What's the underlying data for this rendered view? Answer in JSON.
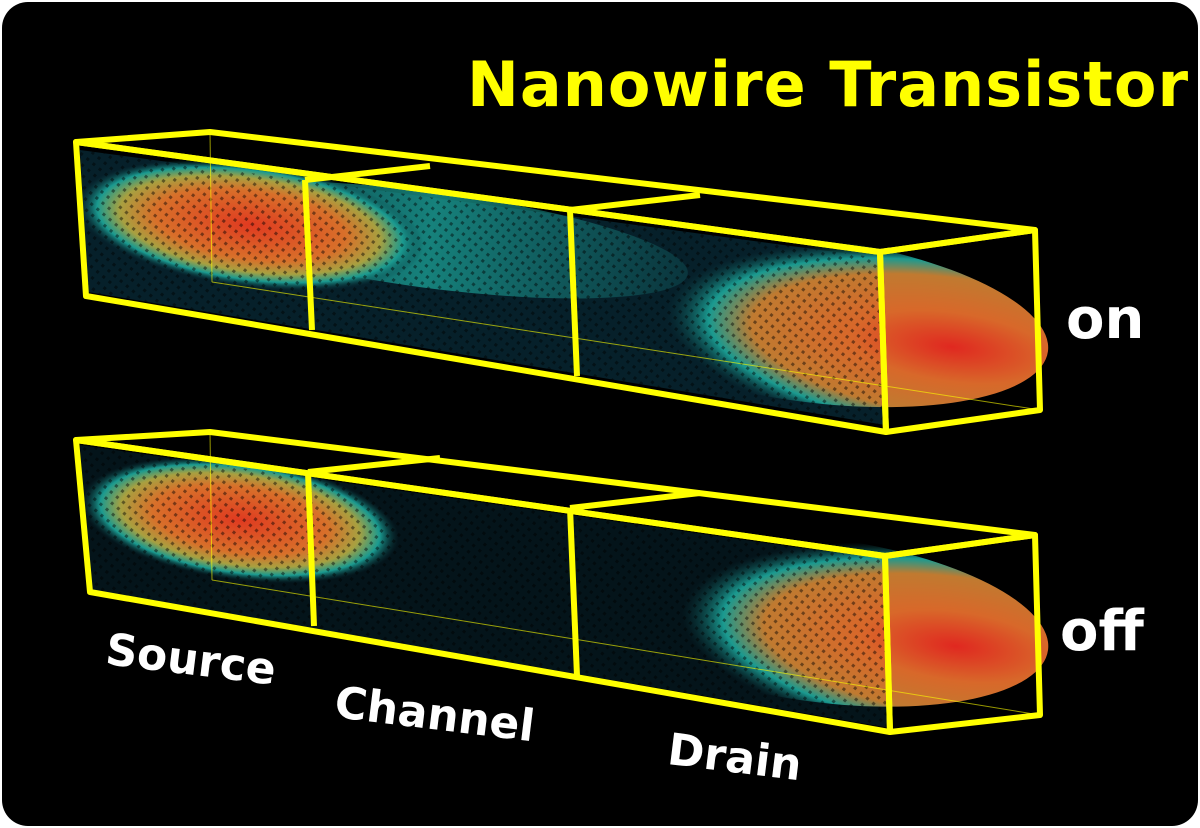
{
  "title": "Nanowire Transistor",
  "states": {
    "on": "on",
    "off": "off"
  },
  "regions": {
    "source": "Source",
    "channel": "Channel",
    "drain": "Drain"
  },
  "colors": {
    "outline": "#ffff00",
    "background": "#000000",
    "text": "#ffffff",
    "charge_high": "#e03020",
    "charge_mid": "#d89030",
    "charge_low": "#1a9a90"
  }
}
